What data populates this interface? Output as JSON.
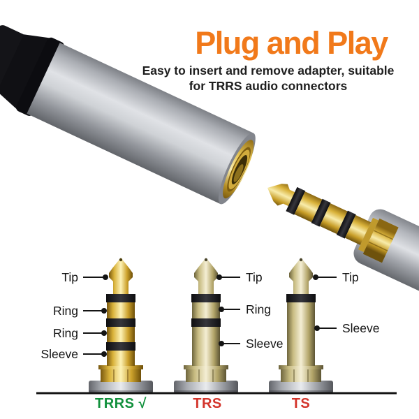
{
  "header": {
    "title": "Plug and Play",
    "subtitle_line1": "Easy to insert and remove adapter, suitable",
    "subtitle_line2": "for TRRS audio connectors"
  },
  "diagram": {
    "trrs": {
      "caption": "TRRS √",
      "pin_labels": [
        "Tip",
        "Ring",
        "Ring",
        "Sleeve"
      ]
    },
    "trs": {
      "caption": "TRS",
      "pin_labels": [
        "Tip",
        "Ring",
        "Sleeve"
      ]
    },
    "ts": {
      "caption": "TS",
      "pin_labels": [
        "Tip",
        "Sleeve"
      ]
    }
  },
  "colors": {
    "title_orange": "#F1791A",
    "subtitle_black": "#1F1F1F",
    "caption_green": "#12913D",
    "caption_red": "#D3342B",
    "callout_black": "#141414",
    "gold_bright": "#E3BC42",
    "gold_pale": "#CFC390",
    "metal_gray": "#9DA1A8"
  }
}
